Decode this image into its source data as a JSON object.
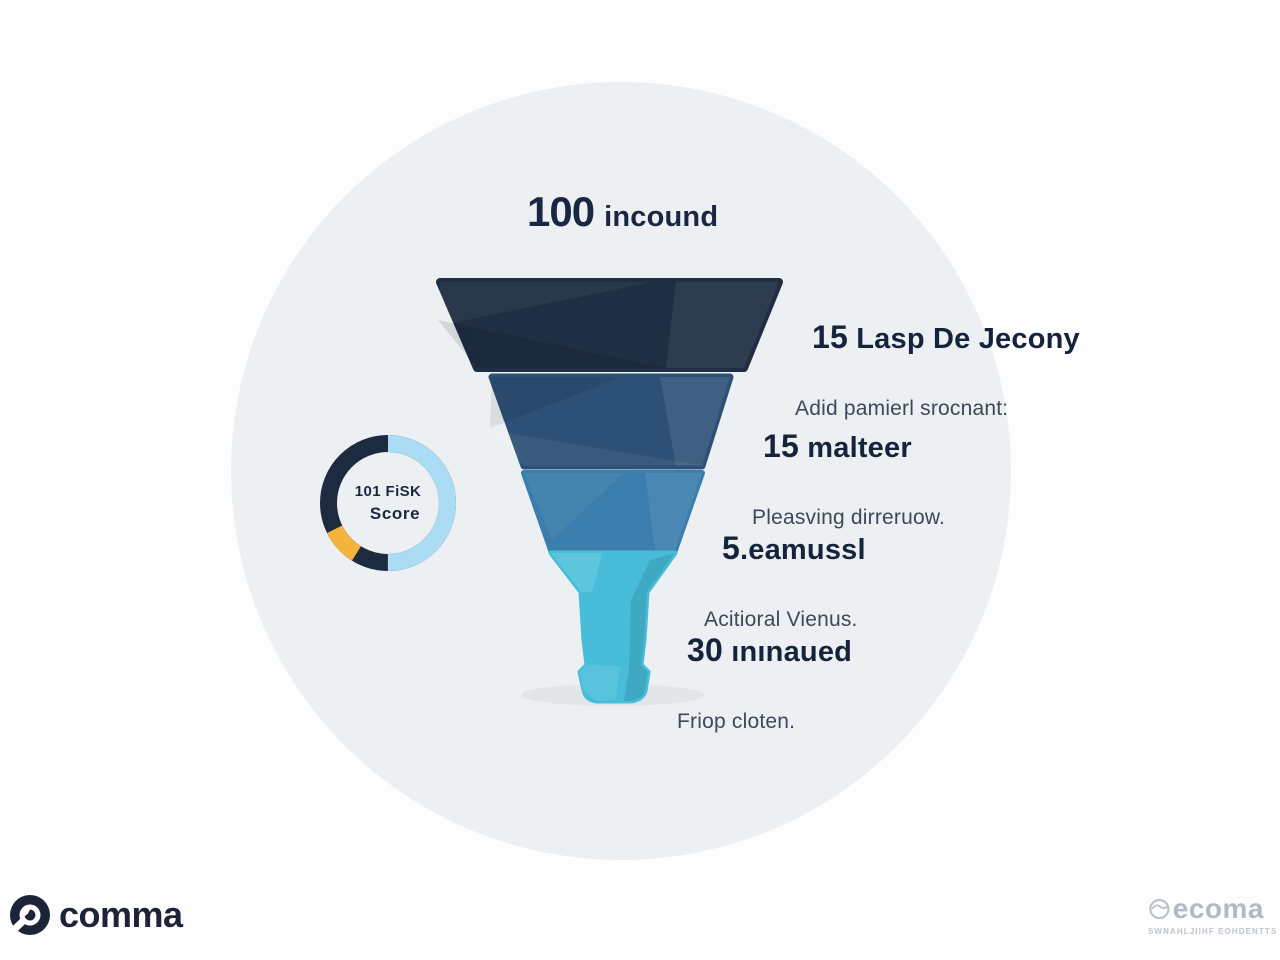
{
  "headline": {
    "num": "100",
    "word": "incound"
  },
  "stages": [
    {
      "num": "15",
      "rest": " Lasp De Jecony",
      "desc": "Adid pamierl srocnant:"
    },
    {
      "num": "15",
      "rest": " malteer",
      "desc": "Pleasving dirreruow."
    },
    {
      "num": "5",
      "rest": ".eamussl",
      "desc": "Acitioral Vienus."
    },
    {
      "num": "30",
      "rest": " ınınaued",
      "desc": "Friop cloten."
    }
  ],
  "donut": {
    "line1": "101 FiSK",
    "line2": "Score"
  },
  "logo_left": {
    "text": "comma"
  },
  "logo_right": {
    "text": "ecoma",
    "tagline": "SWNAHLJIIHF EOHDENTTS"
  },
  "colors": {
    "background": "#fdfdfe",
    "circle": "#edf0f2",
    "funnel_stage1": "#1f2e43",
    "funnel_stage2": "#2d5176",
    "funnel_stage3": "#3b7dac",
    "funnel_stage4": "#47bdda",
    "donut_navy": "#1c2b3f",
    "donut_lightblue": "#aadcf4",
    "donut_orange": "#f3b33c",
    "text_dark": "#16233c",
    "text_secondary": "#3d4859",
    "logo_gray": "#b3bac3"
  },
  "chart_data": [
    {
      "type": "funnel",
      "title": "100 incound",
      "stages": [
        {
          "value": 100,
          "label": "incound"
        },
        {
          "value": 15,
          "label": "Lasp De Jecony",
          "desc": "Adid pamierl srocnant:",
          "color": "#1f2e43"
        },
        {
          "value": 15,
          "label": "malteer",
          "desc": "Pleasving dirreruow.",
          "color": "#2d5176"
        },
        {
          "value": 5,
          "label": "eamussl",
          "desc": "Acitioral Vienus.",
          "color": "#3b7dac"
        },
        {
          "value": 30,
          "label": "ınınaued",
          "desc": "Friop cloten.",
          "color": "#47bdda"
        }
      ]
    },
    {
      "type": "pie",
      "subtype": "donut",
      "title": "101 FiSK Score",
      "slices": [
        {
          "name": "light-blue",
          "pct": 50,
          "color": "#aadcf4"
        },
        {
          "name": "navy",
          "pct": 41,
          "color": "#1c2b3f"
        },
        {
          "name": "orange",
          "pct": 9,
          "color": "#f3b33c"
        }
      ],
      "legend": false
    }
  ]
}
